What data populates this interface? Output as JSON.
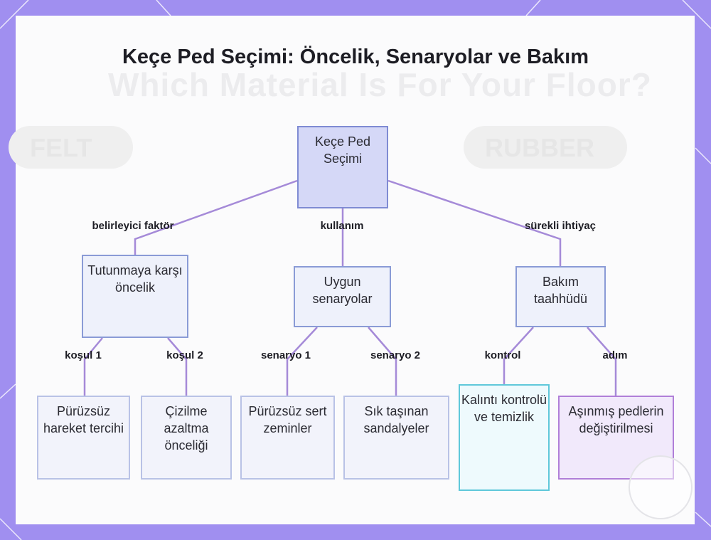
{
  "title": "Keçe Ped Seçimi: Öncelik, Senaryolar ve Bakım",
  "background_text": {
    "headline": "Which Material Is For Your Floor?",
    "left_pill": "FELT",
    "right_pill": "RUBBER"
  },
  "nodes": {
    "root": "Keçe Ped Seçimi",
    "priority": "Tutunmaya karşı öncelik",
    "scenarios": "Uygun senaryolar",
    "maintenance": "Bakım taahhüdü",
    "smooth_move": "Pürüzsüz hareket tercihi",
    "scratch": "Çizilme azaltma önceliği",
    "hard_floor": "Pürüzsüz sert zeminler",
    "chairs": "Sık taşınan sandalyeler",
    "residue": "Kalıntı kontrolü ve temizlik",
    "replace": "Aşınmış pedlerin değiştirilmesi"
  },
  "edge_labels": {
    "determining_factor": "belirleyici faktör",
    "usage": "kullanım",
    "continuous_need": "sürekli ihtiyaç",
    "condition_1": "koşul 1",
    "condition_2": "koşul 2",
    "scenario_1": "senaryo 1",
    "scenario_2": "senaryo 2",
    "control": "kontrol",
    "step": "adım"
  },
  "colors": {
    "frame": "#a08ff0",
    "edge": "#a58ad8",
    "root_fill": "#d5d8f7",
    "node_border": "#8a9bd6",
    "cyan_border": "#5fc8da",
    "purple_border": "#b07fd8"
  }
}
